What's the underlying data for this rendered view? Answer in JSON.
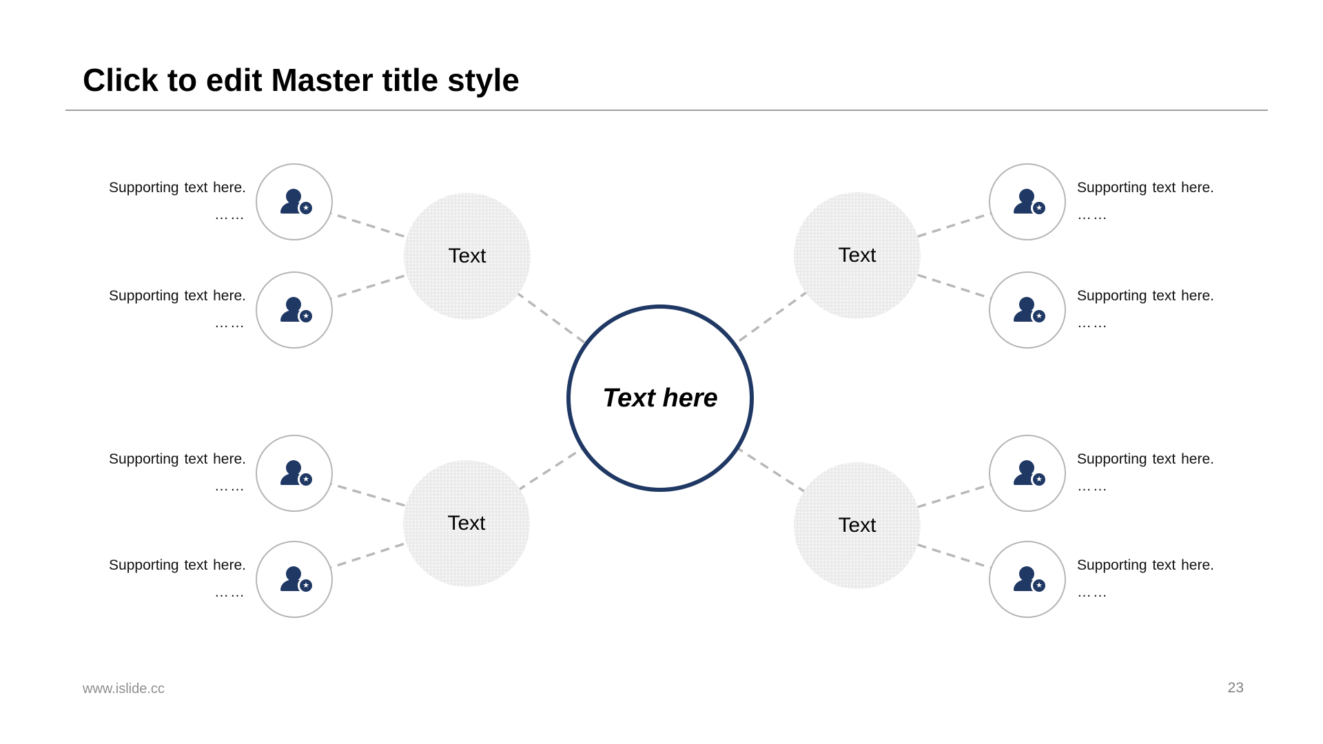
{
  "header": {
    "title": "Click to edit Master title style"
  },
  "center_node": {
    "label": "Text here"
  },
  "group_nodes": [
    {
      "position": "top-left",
      "label": "Text"
    },
    {
      "position": "top-right",
      "label": "Text"
    },
    {
      "position": "bottom-left",
      "label": "Text"
    },
    {
      "position": "bottom-right",
      "label": "Text"
    }
  ],
  "support_notes": [
    {
      "line1": "Supporting text here.",
      "line2": "……"
    },
    {
      "line1": "Supporting text here.",
      "line2": "……"
    },
    {
      "line1": "Supporting text here.",
      "line2": "……"
    },
    {
      "line1": "Supporting text here.",
      "line2": "……"
    },
    {
      "line1": "Supporting text here.",
      "line2": "……"
    },
    {
      "line1": "Supporting text here.",
      "line2": "……"
    },
    {
      "line1": "Supporting text here.",
      "line2": "……"
    },
    {
      "line1": "Supporting text here.",
      "line2": "……"
    }
  ],
  "footer": {
    "website": "www.islide.cc",
    "page_number": "23"
  },
  "icons": {
    "member": "user-star-icon",
    "star": "★"
  },
  "colors": {
    "accent_navy": "#1f3864",
    "circle_fill": "#ebebeb",
    "dash_gray": "#b8b8b8",
    "ring_gray": "#b5b5b5",
    "rule_gray": "#9e9e9e",
    "footer_gray": "#8e8e8e"
  }
}
